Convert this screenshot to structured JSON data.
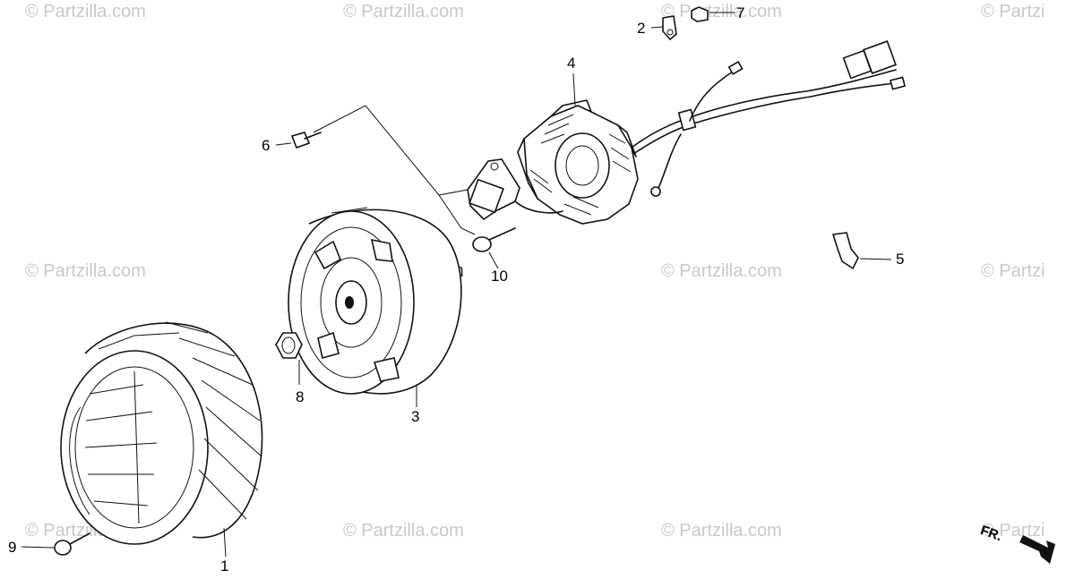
{
  "watermark": {
    "text": "© Partzilla.com",
    "partial_right": "© Partzi"
  },
  "callouts": {
    "p1": "1",
    "p2": "2",
    "p3": "3",
    "p4": "4",
    "p5": "5",
    "p6": "6",
    "p7": "7",
    "p8": "8",
    "p9": "9",
    "p10": "10"
  },
  "direction_label": "FR.",
  "colors": {
    "ink": "#111111",
    "watermark": "#c9c9c9",
    "background": "#ffffff"
  }
}
